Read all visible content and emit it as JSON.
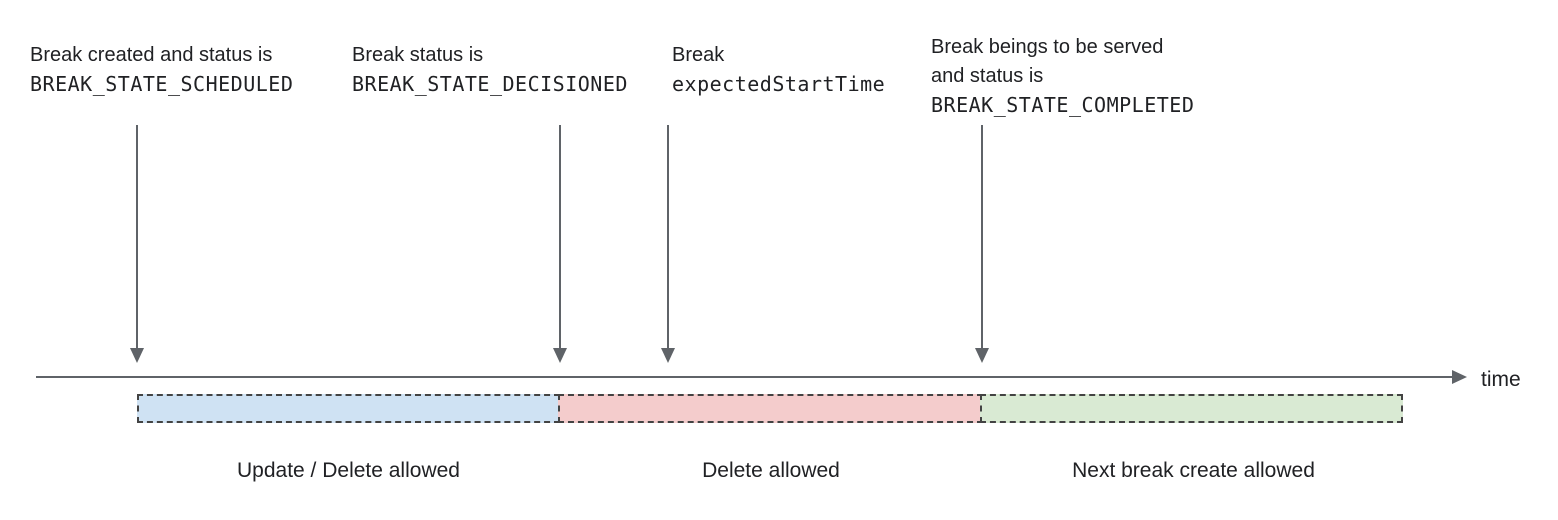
{
  "annotations": [
    {
      "line1": "Break created and status is",
      "line2": "BREAK_STATE_SCHEDULED"
    },
    {
      "line1": "Break status is",
      "line2": "BREAK_STATE_DECISIONED"
    },
    {
      "line1": "Break",
      "line2": "expectedStartTime"
    },
    {
      "line1": "Break beings to be served",
      "line2": "and status is",
      "line3": "BREAK_STATE_COMPLETED"
    }
  ],
  "timeline": {
    "axis_label": "time"
  },
  "segments": [
    {
      "label": "Update / Delete allowed",
      "color": "#cfe2f3"
    },
    {
      "label": "Delete allowed",
      "color": "#f4cccc"
    },
    {
      "label": "Next break create allowed",
      "color": "#d9ead3"
    }
  ],
  "colors": {
    "arrow": "#5f6368",
    "dashed_border": "#434343",
    "text": "#202124"
  }
}
